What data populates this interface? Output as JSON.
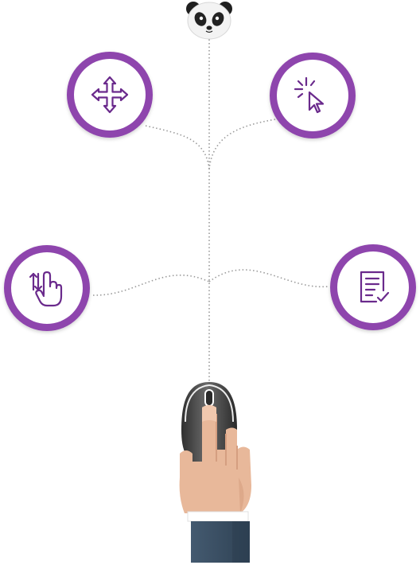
{
  "diagram": {
    "top_logo": "panda-logo",
    "nodes": [
      {
        "id": "move",
        "icon": "move-arrows-icon",
        "side": "left",
        "row": "upper"
      },
      {
        "id": "click",
        "icon": "click-cursor-icon",
        "side": "right",
        "row": "upper"
      },
      {
        "id": "swipe",
        "icon": "swipe-gesture-icon",
        "side": "left",
        "row": "middle"
      },
      {
        "id": "form",
        "icon": "form-checklist-icon",
        "side": "right",
        "row": "middle"
      }
    ],
    "bottom_image": "hand-on-mouse",
    "connector_style": "dotted"
  },
  "colors": {
    "ring": "#8e44ad",
    "ring_inner": "#ffffff",
    "icon": "#6b2a8c",
    "connector": "#9a9a9a",
    "mouse_body": "#4a4a4a",
    "mouse_highlight": "#ffffff",
    "skin": "#e8b89a",
    "skin_shadow": "#d59e80",
    "cuff": "#ffffff",
    "sleeve": "#3c5166",
    "sleeve_shadow": "#2c3e50"
  }
}
